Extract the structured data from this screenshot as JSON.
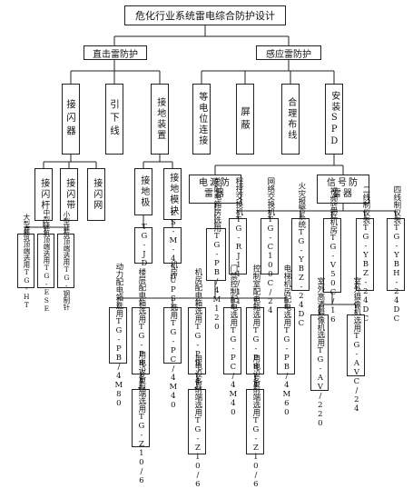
{
  "title": "危化行业系统雷电综合防护设计",
  "direct": {
    "label": "直击雷防护",
    "air_terminal": "接闪器",
    "down_conductor": "引下线",
    "grounding": "接地装置",
    "rod": "接闪杆",
    "strip": "接闪带",
    "net": "接闪网",
    "rod_items": [
      [
        "大型建筑顶端",
        "选用TG-HT"
      ],
      [
        "中型建筑顶端",
        "选用TG-ESE"
      ],
      [
        "小型建筑顶端",
        "选用TG-钢制针"
      ]
    ],
    "electrode": "接地极",
    "electrode_model": "TG-JD",
    "module": "接地模块",
    "module_model": "ES-M-450"
  },
  "induced": {
    "label": "感应雷防护",
    "equipotential": "等电位连接",
    "shielding": "屏蔽",
    "wiring": "合理布线",
    "spd": "安装SPD",
    "power": "电源防雷器",
    "signal": "信号防雷器",
    "main_box": [
      "总配电箱房",
      "选用TG-PB/4M120"
    ],
    "signal_items": [
      [
        "程控交换机",
        "TG-RJ11/110"
      ],
      [
        "网络交换机",
        "TG-C100C/24"
      ],
      [
        "火灾报警系统",
        "TG-YBZ-24DC"
      ],
      [
        "视频监控机房",
        "TG-V50C/16"
      ],
      [
        "二线制仪表",
        "TG-YBZ-24DC"
      ],
      [
        "四线制仪表",
        "TG-YBH-24DC"
      ]
    ],
    "power_items": [
      [
        "动力配电箱",
        "选用TG-PB/4M80"
      ],
      [
        "楼层配电箱",
        "选用TG-PB/4M80"
      ],
      [
        "机房UPS",
        "选用TG-PC/4M40"
      ],
      [
        "机房配电箱",
        "选用TG-PB/4M60"
      ],
      [
        "门禁控制配电",
        "选用TG-PC/4M40"
      ],
      [
        "控制室配电箱",
        "选用TG-PB/4M60"
      ],
      [
        "电梯机房配电",
        "选用TG-PB/4M60"
      ]
    ],
    "end_items": [
      [
        "用电设备前端",
        "选用TG-Z10/6"
      ],
      [
        "用电设备前端",
        "选用TG-Z10/6"
      ],
      [
        "用电设备前端",
        "选用TG-Z10/6"
      ]
    ],
    "camera_items": [
      [
        "室外高清摄像机",
        "选用TG-AV/220"
      ],
      [
        "室外摄像机",
        "选用TG-AVC/24"
      ]
    ]
  }
}
